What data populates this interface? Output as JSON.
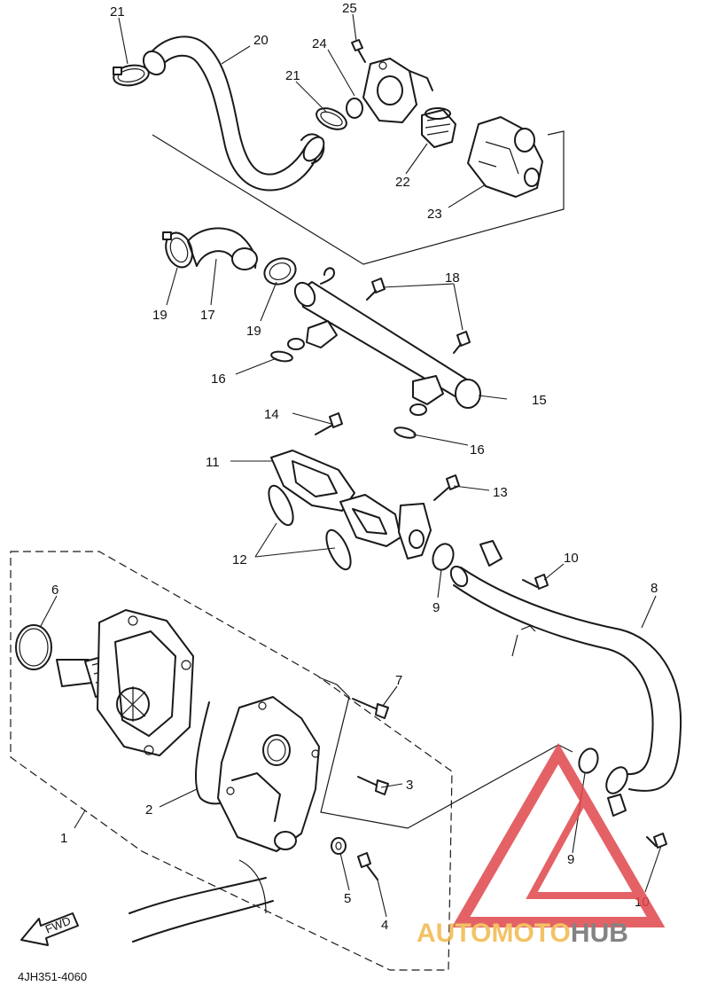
{
  "diagram": {
    "callouts": [
      {
        "id": "c1",
        "text": "1"
      },
      {
        "id": "c2",
        "text": "2"
      },
      {
        "id": "c3",
        "text": "3"
      },
      {
        "id": "c4",
        "text": "4"
      },
      {
        "id": "c5",
        "text": "5"
      },
      {
        "id": "c6",
        "text": "6"
      },
      {
        "id": "c7",
        "text": "7"
      },
      {
        "id": "c8",
        "text": "8"
      },
      {
        "id": "c9a",
        "text": "9"
      },
      {
        "id": "c9b",
        "text": "9"
      },
      {
        "id": "c10a",
        "text": "10"
      },
      {
        "id": "c10b",
        "text": "10"
      },
      {
        "id": "c11",
        "text": "11"
      },
      {
        "id": "c12",
        "text": "12"
      },
      {
        "id": "c13",
        "text": "13"
      },
      {
        "id": "c14",
        "text": "14"
      },
      {
        "id": "c15",
        "text": "15"
      },
      {
        "id": "c16a",
        "text": "16"
      },
      {
        "id": "c16b",
        "text": "16"
      },
      {
        "id": "c17",
        "text": "17"
      },
      {
        "id": "c18",
        "text": "18"
      },
      {
        "id": "c19a",
        "text": "19"
      },
      {
        "id": "c19b",
        "text": "19"
      },
      {
        "id": "c20",
        "text": "20"
      },
      {
        "id": "c21a",
        "text": "21"
      },
      {
        "id": "c21b",
        "text": "21"
      },
      {
        "id": "c22",
        "text": "22"
      },
      {
        "id": "c23",
        "text": "23"
      },
      {
        "id": "c24",
        "text": "24"
      },
      {
        "id": "c25",
        "text": "25"
      }
    ],
    "fwd_label": "FWD",
    "figure_code": "4JH351-4060"
  },
  "watermark": {
    "auto": "AUTO",
    "moto": "MOTO",
    "hub": "HUB",
    "colors": {
      "triangle": "#e0474c",
      "auto": "#f2b84b",
      "moto": "#f2b84b",
      "hub": "#6e6e6e"
    }
  }
}
